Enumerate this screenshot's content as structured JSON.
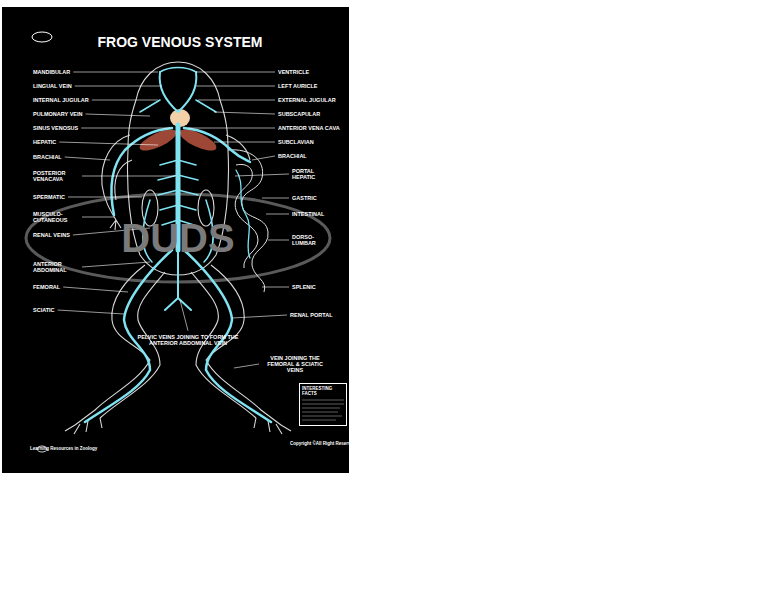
{
  "diagram": {
    "title": "FROG VENOUS SYSTEM",
    "nodes": [
      {
        "text": [
          "INTERESTING FACTS"
        ]
      }
    ],
    "labels": [
      "MANDIBULAR",
      "LINGUAL VEIN",
      "INTERNAL JUGULAR",
      "PULMONARY VEIN",
      "SINUS VENOSUS",
      "HEPATIC",
      "BRACHIAL",
      "POSTERIOR VENACAVA",
      "SPERMATIC",
      "MUSCULO-CUTANEOUS",
      "RENAL VEINS",
      "ANTERIOR ABDOMINAL",
      "FEMORAL",
      "SCIATIC",
      "VENTRICLE",
      "LEFT AURICLE",
      "EXTERNAL JUGULAR",
      "SUBSCAPULAR",
      "ANTERIOR VENA CAVA",
      "SUBCLAVIAN",
      "BRACHIAL",
      "PORTAL HEPATIC",
      "GASTRIC",
      "INTESTINAL",
      "DORSO-LUMBAR",
      "SPLENIC",
      "RENAL PORTAL",
      "VEIN JOINING THE FEMORAL & SCIATIC VEINS",
      "PELVIC VEINS JOINING TO FORM THE ANTERIOR ABDOMINAL VEIN",
      "DUDS",
      "Copyright ©All Right Reserved",
      "Learning Resources in Zoology"
    ]
  }
}
